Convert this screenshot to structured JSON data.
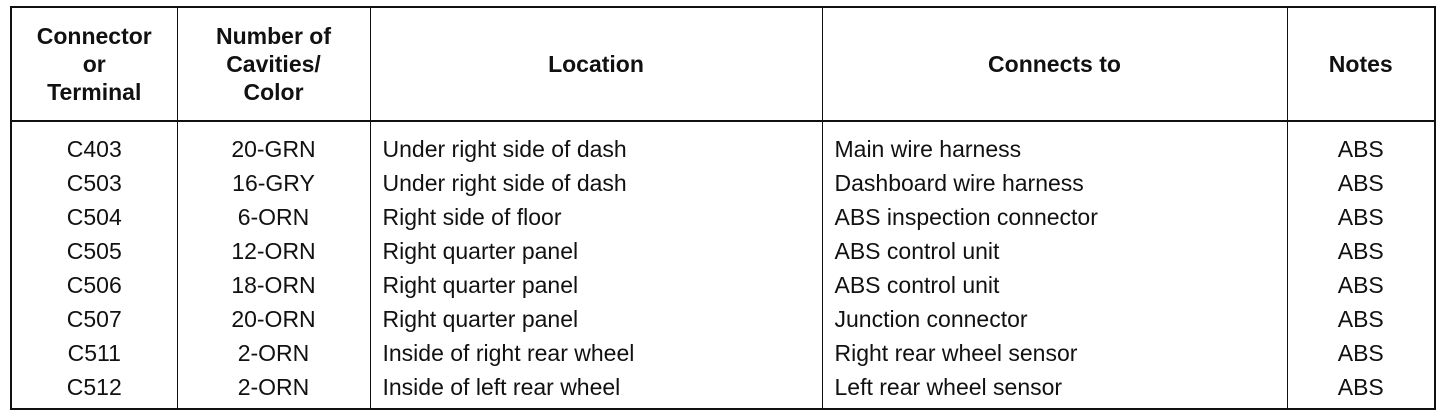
{
  "headers": {
    "connector": [
      "Connector",
      "or",
      "Terminal"
    ],
    "cavities": [
      "Number of",
      "Cavities/",
      "Color"
    ],
    "location": "Location",
    "connects_to": "Connects to",
    "notes": "Notes"
  },
  "rows": [
    {
      "connector": "C403",
      "cavities": "20-GRN",
      "location": "Under right side of dash",
      "connects_to": "Main wire harness",
      "notes": "ABS"
    },
    {
      "connector": "C503",
      "cavities": "16-GRY",
      "location": "Under right side of dash",
      "connects_to": "Dashboard wire harness",
      "notes": "ABS"
    },
    {
      "connector": "C504",
      "cavities": "6-ORN",
      "location": "Right side of floor",
      "connects_to": "ABS inspection connector",
      "notes": "ABS"
    },
    {
      "connector": "C505",
      "cavities": "12-ORN",
      "location": "Right quarter panel",
      "connects_to": "ABS control unit",
      "notes": "ABS"
    },
    {
      "connector": "C506",
      "cavities": "18-ORN",
      "location": "Right quarter panel",
      "connects_to": "ABS control unit",
      "notes": "ABS"
    },
    {
      "connector": "C507",
      "cavities": "20-ORN",
      "location": "Right quarter panel",
      "connects_to": "Junction connector",
      "notes": "ABS"
    },
    {
      "connector": "C511",
      "cavities": "2-ORN",
      "location": "Inside of right rear wheel",
      "connects_to": "Right rear wheel sensor",
      "notes": "ABS"
    },
    {
      "connector": "C512",
      "cavities": "2-ORN",
      "location": "Inside of left rear wheel",
      "connects_to": "Left rear wheel sensor",
      "notes": "ABS"
    }
  ]
}
